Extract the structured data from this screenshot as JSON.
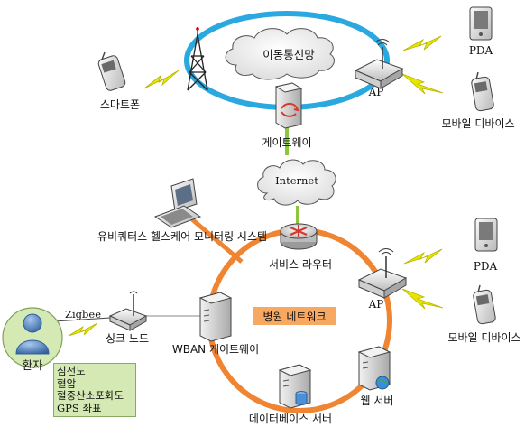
{
  "labels": {
    "mobile_network": "이동통신망",
    "smartphone": "스마트폰",
    "gateway": "게이트웨이",
    "internet": "Internet",
    "pda_top": "PDA",
    "ap_top": "AP",
    "mobile_device_top": "모바일 디바이스",
    "monitoring_system": "유비쿼터스 헬스케어 모니터링 시스템",
    "service_router": "서비스 라우터",
    "pda_bottom": "PDA",
    "ap_bottom": "AP",
    "mobile_device_bottom": "모바일 디바이스",
    "zigbee": "Zigbee",
    "patient": "환자",
    "sink_node": "싱크 노드",
    "wban_gateway": "WBAN 게이트웨이",
    "hospital_network": "병원 네트워크",
    "web_server": "웹 서버",
    "database_server": "데이터베이스 서버"
  },
  "patient_vitals": [
    "심전도",
    "혈압",
    "혈중산소포화도",
    "GPS 좌표"
  ],
  "colors": {
    "mobile_ring": "#2aa8e0",
    "hospital_ring": "#ef8532",
    "internet_link": "#8cc63f",
    "lightning": "#e8e600",
    "vitals_bg": "#d5e9b5",
    "hospital_label_bg": "#f7a861",
    "patient_circle": "#d5e9b5"
  }
}
